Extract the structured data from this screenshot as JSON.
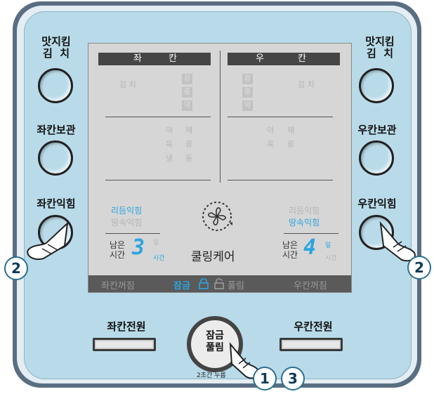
{
  "left": {
    "top_label": "맛지킴\n김  치",
    "storage_label": "좌칸보관",
    "ripen_label": "좌칸익힘",
    "power_label": "좌칸전원"
  },
  "right": {
    "top_label": "맛지킴\n김  치",
    "storage_label": "우칸보관",
    "ripen_label": "우칸익힘",
    "power_label": "우칸전원"
  },
  "display": {
    "left_header": [
      "좌",
      "칸"
    ],
    "right_header": [
      "우",
      "칸"
    ],
    "kimchi": "김  치",
    "levels": [
      "강",
      "중",
      "약"
    ],
    "left_items": [
      [
        "야",
        "채"
      ],
      [
        "육",
        "류"
      ],
      [
        "냉",
        "동"
      ]
    ],
    "right_items": [
      [
        "야",
        "채"
      ],
      [
        "육",
        "류"
      ]
    ],
    "left_ripen": {
      "rhythm": "리듬익힘",
      "ttang": "땅속익힘",
      "active": "rhythm"
    },
    "right_ripen": {
      "rhythm": "리듬익힘",
      "ttang": "땅속익힘",
      "active": "ttang"
    },
    "remain": "남은\n시간",
    "left_digit": "3",
    "right_digit": "4",
    "day": "일",
    "hour": "시간",
    "cooling": "쿨링케어",
    "bottom": {
      "left_off": "좌칸꺼짐",
      "lock": "잠금",
      "unlock": "풀림",
      "right_off": "우칸꺼짐"
    }
  },
  "lock_button": {
    "label": "잠금\n풀림",
    "hint": "2초간 누름"
  },
  "steps": {
    "one": "1",
    "two": "2",
    "three": "3"
  },
  "colors": {
    "accent": "#2aa5e0",
    "panel": "#b9dbe9"
  }
}
